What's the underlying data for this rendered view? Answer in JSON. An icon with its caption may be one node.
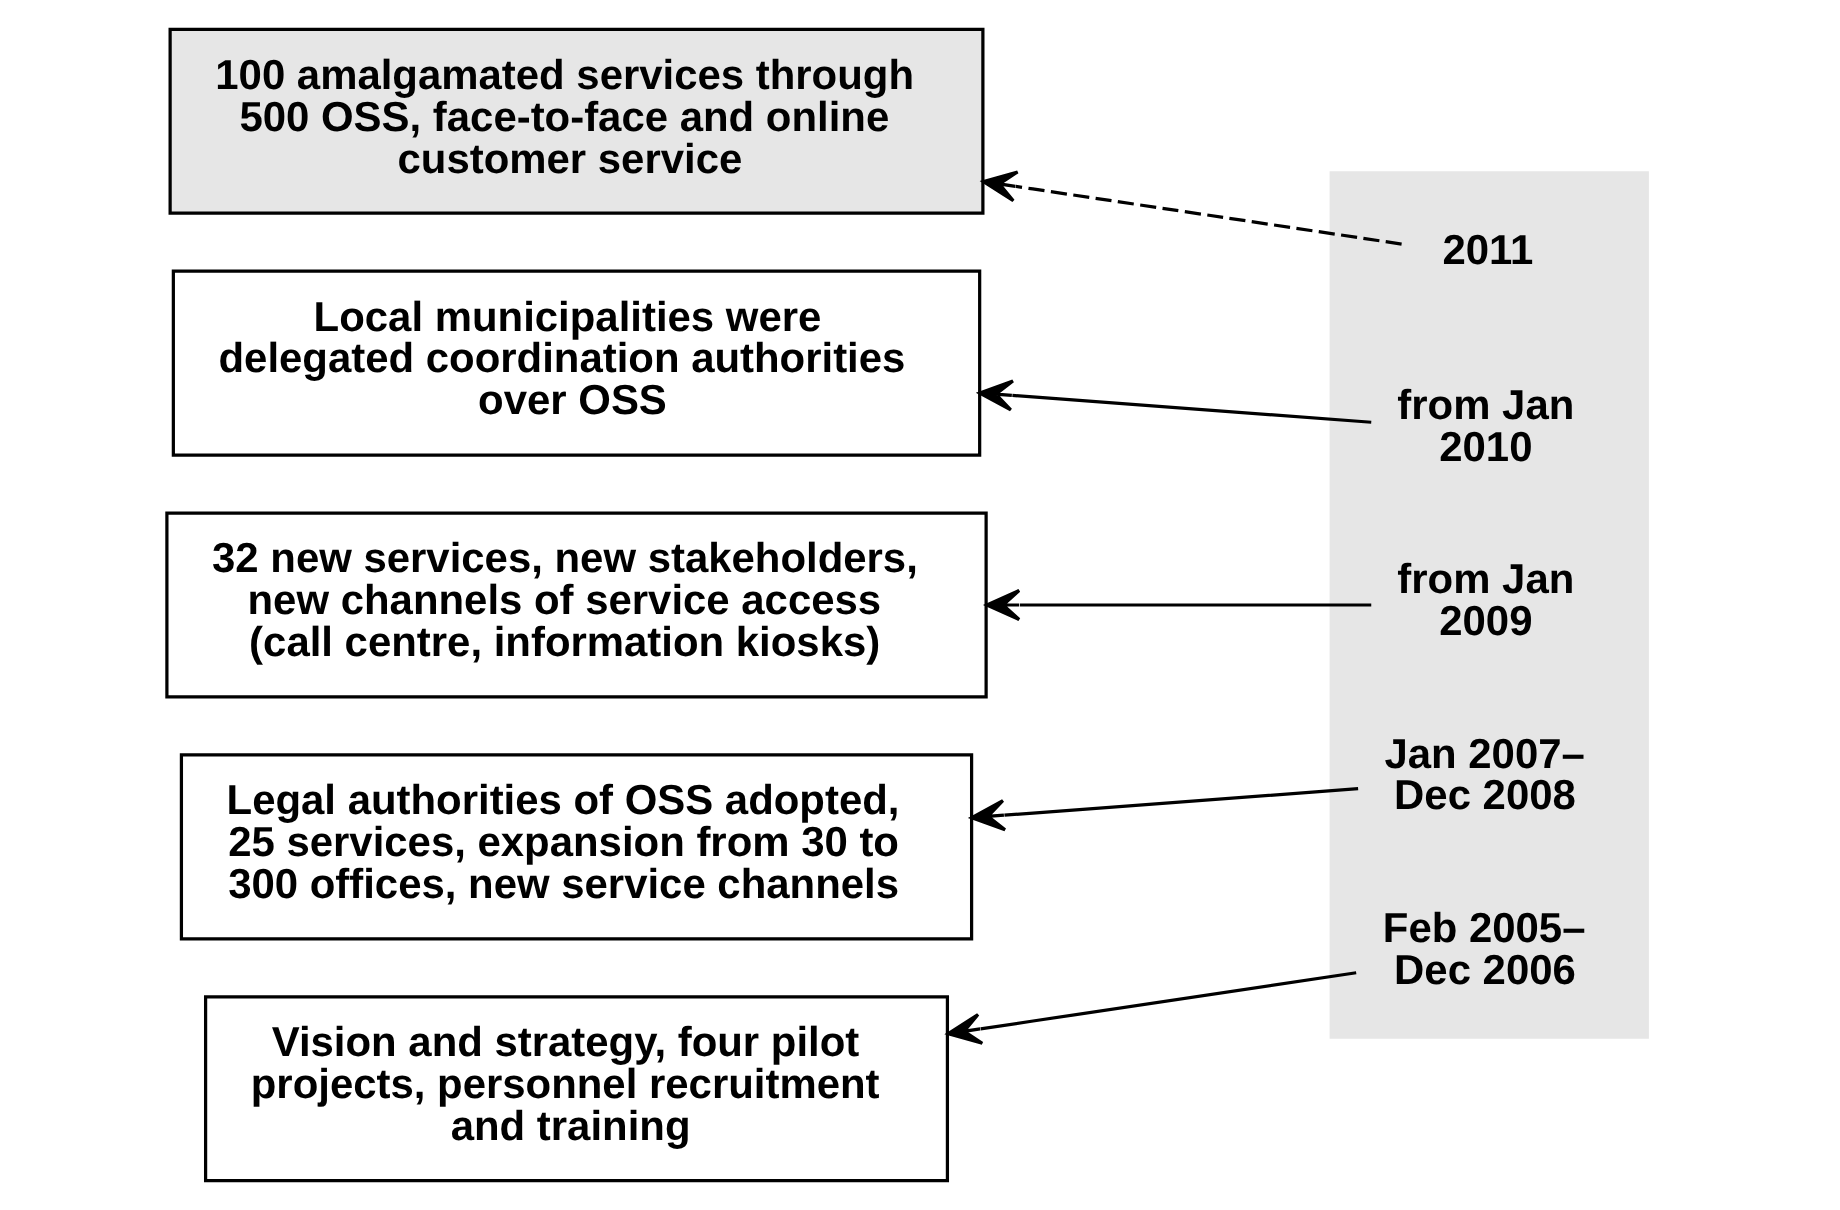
{
  "diagram": {
    "nodes": [
      {
        "text": [
          "100 amalgamated services through 500 OSS, face-to-face and online customer service"
        ]
      },
      {
        "text": [
          "Local municipalities were delegated coordination authorities over OSS"
        ]
      },
      {
        "text": [
          "32 new services, new stakeholders, new channels of service access (call centre, information kiosks)"
        ]
      },
      {
        "text": [
          "Legal authorities of OSS adopted, 25 services, expansion from 30 to 300 offices, new service channels"
        ]
      },
      {
        "text": [
          "Vision and strategy, four pilot projects, personnel recruitment and training"
        ]
      },
      {
        "text": [],
        "shape": "bar"
      },
      {
        "text": [
          "2011"
        ],
        "in": 5
      },
      {
        "text": [
          "from Jan 2010"
        ],
        "in": 5
      },
      {
        "text": [
          "from Jan 2009"
        ],
        "in": 5
      },
      {
        "text": [
          "Jan 2007– Dec 2008"
        ],
        "in": 5
      },
      {
        "text": [
          "Feb 2005– Dec 2006"
        ],
        "in": 5
      }
    ],
    "edges": [
      {
        "from": 6,
        "to": 0,
        "arrow": "to",
        "style": "dashed"
      },
      {
        "from": 7,
        "to": 1,
        "arrow": "to"
      },
      {
        "from": 8,
        "to": 2,
        "arrow": "to"
      },
      {
        "from": 9,
        "to": 3,
        "arrow": "to"
      },
      {
        "from": 10,
        "to": 4,
        "arrow": "to"
      }
    ]
  }
}
